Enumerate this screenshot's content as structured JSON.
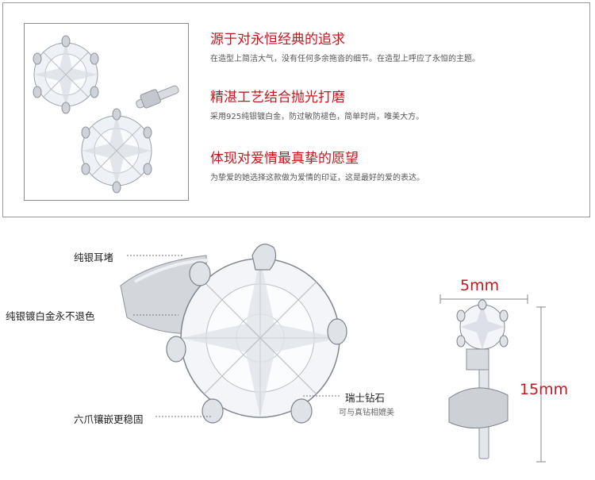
{
  "features": [
    {
      "title": "源于对永恒经典的追求",
      "desc": "在造型上简洁大气，没有任何多余拖沓的细节。在造型上呼应了永恒的主题。"
    },
    {
      "title": "精湛工艺结合抛光打磨",
      "desc": "采用925纯银镀白金，防过敏防褪色，简单时尚，唯美大方。"
    },
    {
      "title": "体现对爱情最真挚的愿望",
      "desc": "为挚爱的她选择这款做为爱情的印证，这是最好的爱的表达。"
    }
  ],
  "callouts": {
    "post": "纯银耳堵",
    "plating": "纯银镀白金永不退色",
    "claws": "六爪镶嵌更稳固",
    "stone": "瑞士钻石",
    "stone_sub": "可与真钻相媲美"
  },
  "dimensions": {
    "width": "5mm",
    "height": "15mm"
  },
  "colors": {
    "accent": "#c8161d",
    "metal": "#c9ccd1"
  }
}
